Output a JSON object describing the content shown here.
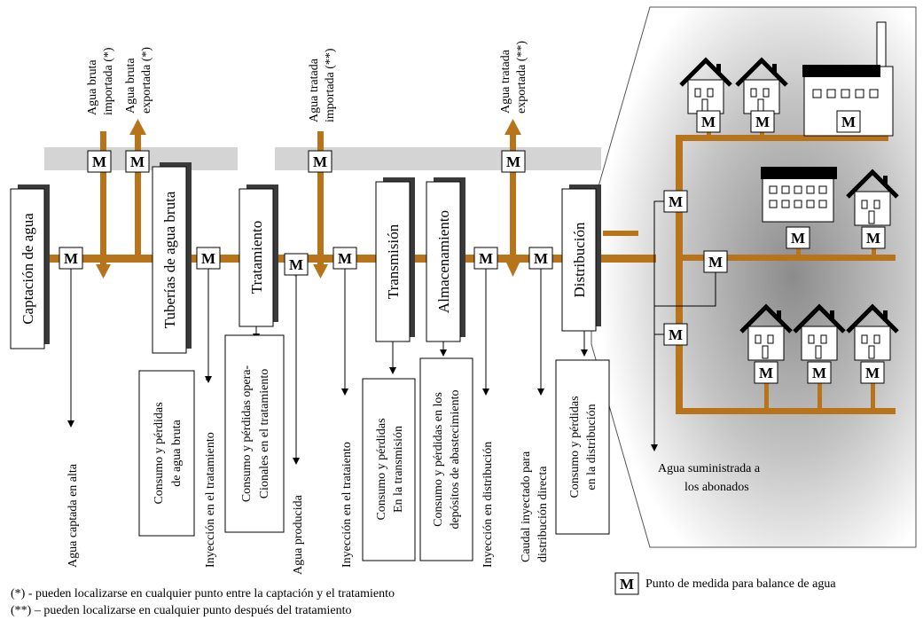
{
  "stages": {
    "captacion": "Captación de agua",
    "tuberias": "Tuberías de agua bruta",
    "tratamiento": "Tratamiento",
    "transmision": "Transmisión",
    "almacenamiento": "Almacenamiento",
    "distribucion": "Distribución"
  },
  "top_flows": {
    "bruta_importada_l1": "Agua bruta",
    "bruta_importada_l2": "importada (*)",
    "bruta_exportada_l1": "Agua bruta",
    "bruta_exportada_l2": "exportada (*)",
    "tratada_importada_l1": "Agua tratada",
    "tratada_importada_l2": "importada (**)",
    "tratada_exportada_l1": "Agua tratada",
    "tratada_exportada_l2": "exportada (**)"
  },
  "bottom_labels": {
    "captada": "Agua captada en alta",
    "consumo_bruta_l1": "Consumo y pérdidas",
    "consumo_bruta_l2": "de agua bruta",
    "inyeccion_tratamiento": "Inyección en el tratamiento",
    "consumo_trat_l1": "Consumo y pérdidas opera-",
    "consumo_trat_l2": "Cionales en el tratamiento",
    "producida": "Agua producida",
    "inyeccion_trataiento": "Inyección en el trataiento",
    "consumo_trans_l1": "Consumo y pérdidas",
    "consumo_trans_l2": "En la transmisión",
    "consumo_dep_l1": "Consumo y pérdidas en los",
    "consumo_dep_l2": "depósitos de abastecimiento",
    "inyeccion_distribucion": "Inyección en distribución",
    "caudal_l1": "Caudal inyectado para",
    "caudal_l2": "distribución directa",
    "consumo_dist_l1": "Consumo y pérdidas",
    "consumo_dist_l2": "en la distribución"
  },
  "suministrada_l1": "Agua suministrada a",
  "suministrada_l2": "los abonados",
  "meter_symbol": "M",
  "legend_text": "Punto de medida para balance de agua",
  "footnote_1": "(*)  -  pueden localizarse en cualquier punto entre la captación y el tratamiento",
  "footnote_2": "(**) – pueden localizarse en cualquier punto después del tratamiento",
  "colors": {
    "pipe": "#b8741a",
    "band": "#d4d4d4",
    "shadow": "#3a3a3a",
    "roof": "#000000"
  }
}
